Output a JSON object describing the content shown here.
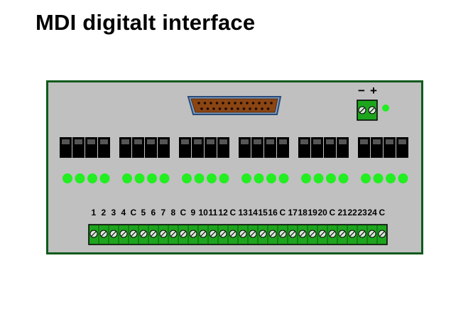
{
  "title": "MDI digitalt interface",
  "power": {
    "minus_label": "−",
    "plus_label": "+",
    "led_color": "#22ee22"
  },
  "relay_groups": 6,
  "relays_per_group": 4,
  "leds_per_group": 4,
  "terminal_labels": [
    "1",
    "2",
    "3",
    "4",
    "C",
    "5",
    "6",
    "7",
    "8",
    "C",
    "9",
    "10",
    "11",
    "12",
    "C",
    "13",
    "14",
    "15",
    "16",
    "C",
    "17",
    "18",
    "19",
    "20",
    "C",
    "21",
    "22",
    "23",
    "24",
    "C"
  ],
  "terminal_count": 30,
  "colors": {
    "board_fill": "#c0c0c0",
    "board_border": "#0f5a1c",
    "terminal_green": "#1ea51e",
    "led_green": "#22ee22",
    "relay_black": "#000000",
    "connector_brown": "#8b4513"
  }
}
